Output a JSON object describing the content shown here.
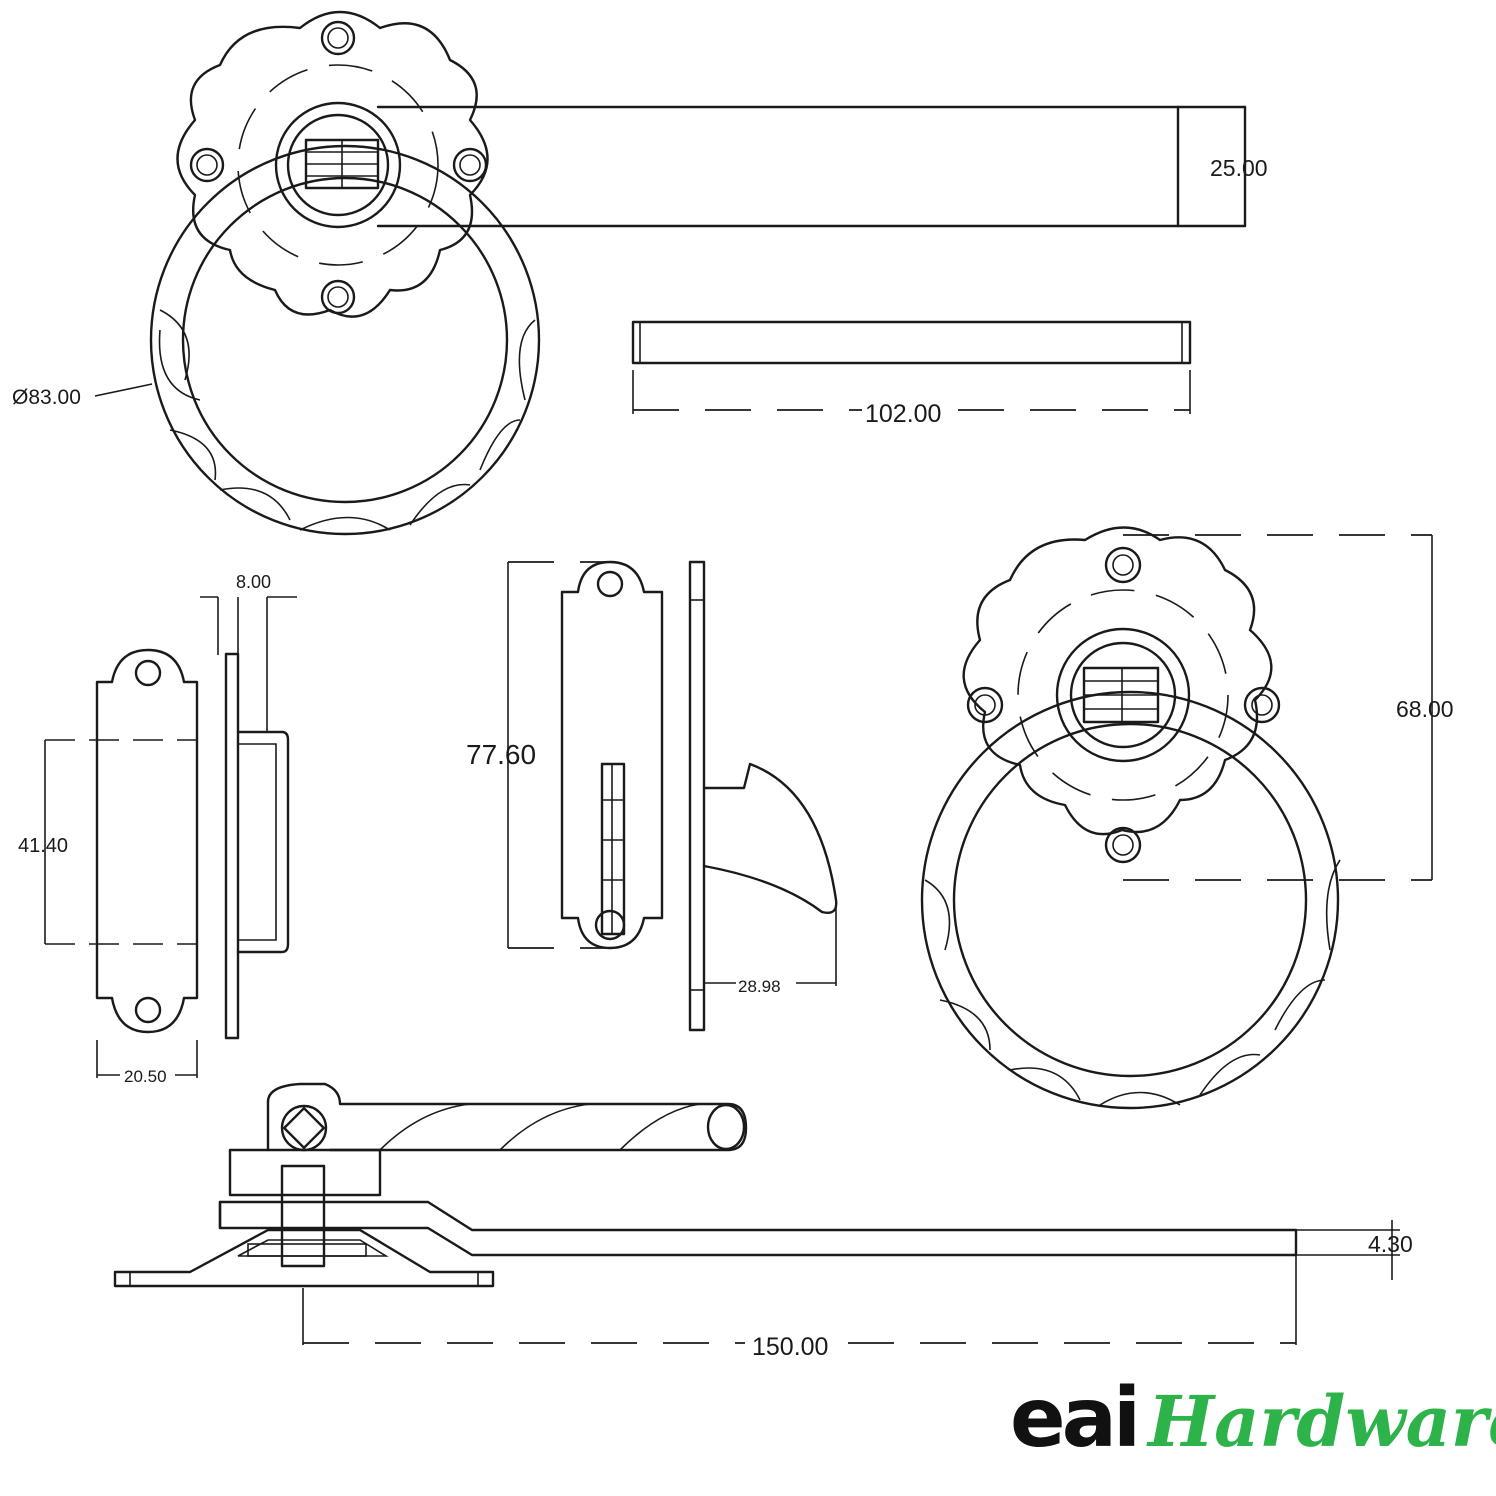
{
  "dimensions": {
    "ring_diameter": "Ø83.00",
    "handle_height": "25.00",
    "spindle_length": "102.00",
    "plate_thickness": "8.00",
    "keep_height": "41.40",
    "keep_width": "20.50",
    "latch_height": "77.60",
    "latch_projection": "28.98",
    "rose_height": "68.00",
    "bar_thickness": "4.30",
    "bar_length": "150.00"
  },
  "logo": {
    "brand": "eai",
    "product": "Hardware",
    "brand_color": "#111111",
    "product_color": "#2db34a"
  }
}
